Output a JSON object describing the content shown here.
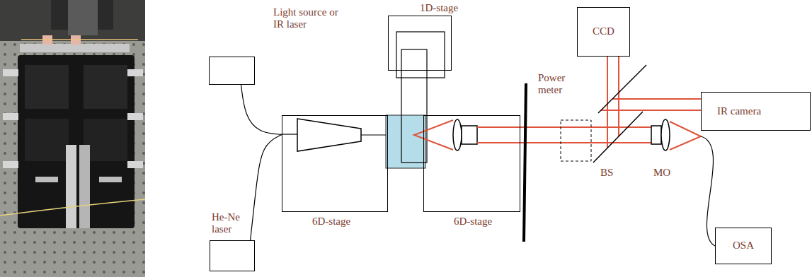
{
  "diagram": {
    "nodes": [
      {
        "text": [
          "Light source or IR laser"
        ]
      },
      {
        "text": [
          "He-Ne laser"
        ]
      },
      {
        "text": [
          "6D-stage"
        ]
      },
      {
        "text": [
          "1D-stage"
        ]
      },
      {
        "text": [
          "6D-stage"
        ]
      },
      {
        "text": [
          "CCD"
        ]
      },
      {
        "text": [
          "IR camera"
        ]
      },
      {
        "text": [
          "OSA"
        ]
      }
    ],
    "edges": [
      {
        "from": 0,
        "to": 2,
        "arrow": "none"
      },
      {
        "from": 1,
        "to": 2,
        "arrow": "none"
      }
    ],
    "labels": [
      "Power meter",
      "BS",
      "MO"
    ]
  }
}
